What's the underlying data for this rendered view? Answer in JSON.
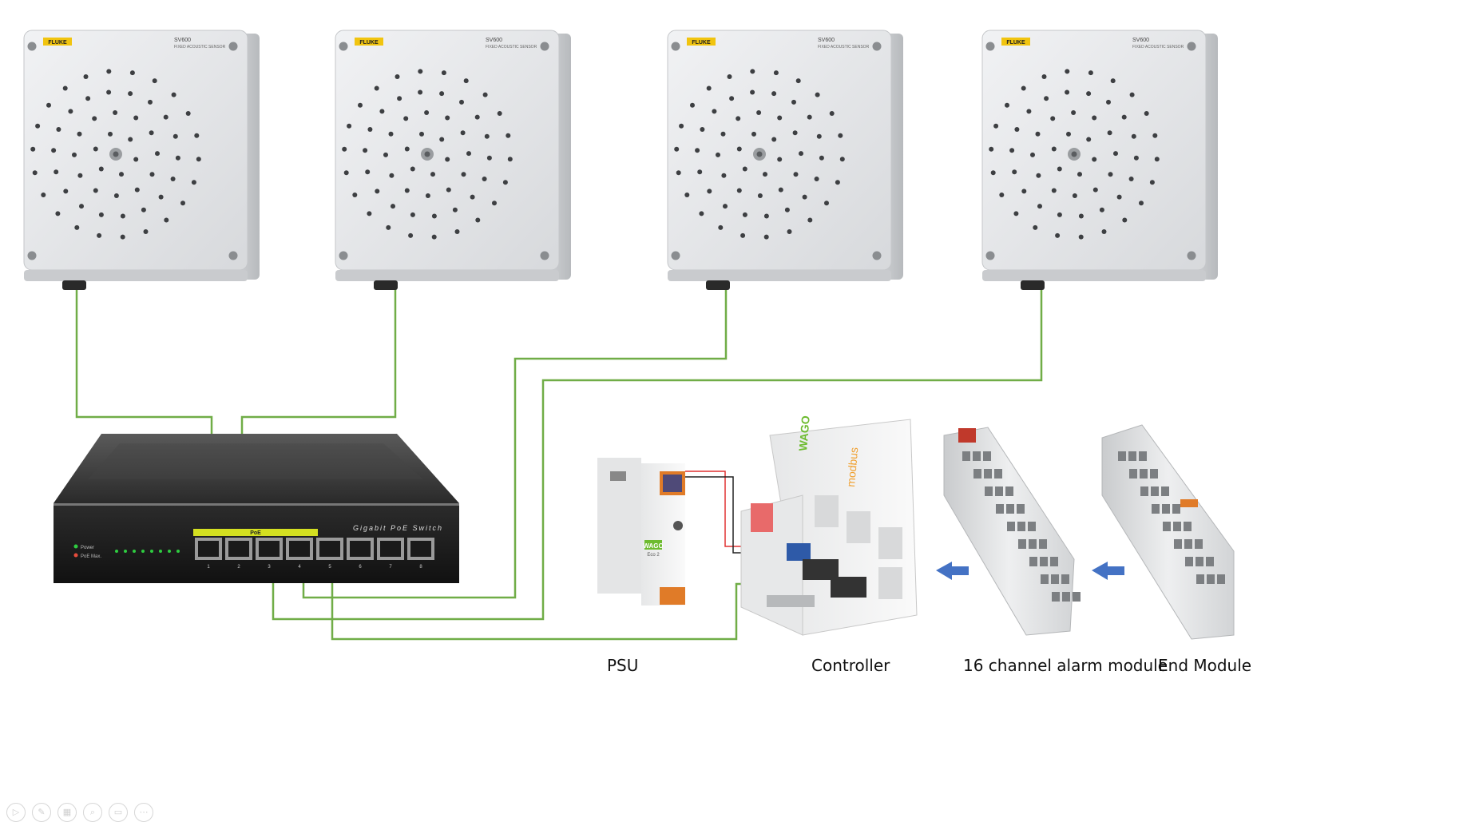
{
  "sensors": [
    {
      "brand": "FLUKE",
      "model": "SV600",
      "subtitle": "FIXED ACOUSTIC SENSOR"
    },
    {
      "brand": "FLUKE",
      "model": "SV600",
      "subtitle": "FIXED ACOUSTIC SENSOR"
    },
    {
      "brand": "FLUKE",
      "model": "SV600",
      "subtitle": "FIXED ACOUSTIC SENSOR"
    },
    {
      "brand": "FLUKE",
      "model": "SV600",
      "subtitle": "FIXED ACOUSTIC SENSOR"
    }
  ],
  "switch": {
    "title": "Gigabit PoE Switch",
    "poe_band": "PoE",
    "port_numbers": [
      "1",
      "2",
      "3",
      "4",
      "5",
      "6",
      "7",
      "8"
    ],
    "led_labels": [
      "Power",
      "PoE Max."
    ]
  },
  "psu": {
    "brand": "WAGO",
    "product": "Eco 2"
  },
  "controller": {
    "brand": "WAGO",
    "protocol": "modbus"
  },
  "labels": {
    "psu": "PSU",
    "controller": "Controller",
    "alarm_module": "16 channel alarm module",
    "end_module": "End Module"
  },
  "colors": {
    "cable": "#70ad47",
    "arrow": "#4472c4",
    "wire_red": "#e03030",
    "wire_black": "#222222"
  },
  "toolbar_icons": [
    "play-icon",
    "pen-icon",
    "slides-icon",
    "zoom-icon",
    "subtitles-icon",
    "more-icon"
  ]
}
